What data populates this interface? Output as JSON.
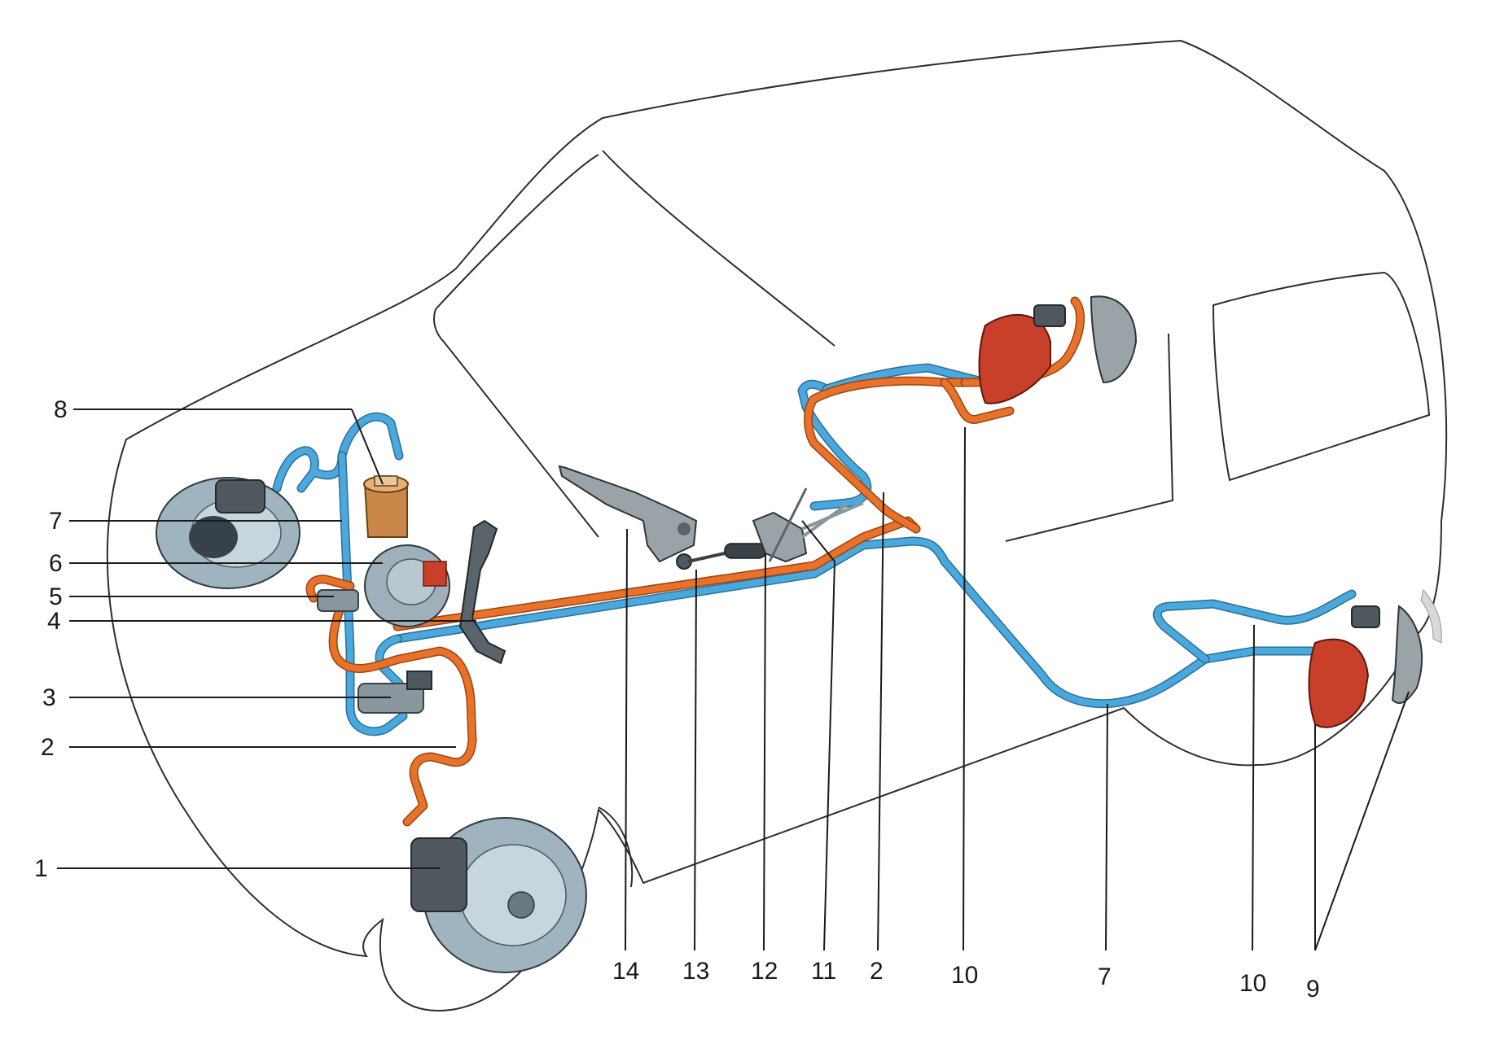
{
  "colors": {
    "body_fill": "#f8f4a4",
    "circuit_blue": "#4aa8dc",
    "circuit_orange": "#e8722a",
    "brake_shoe": "#c9402a"
  },
  "labels": {
    "left": [
      {
        "text": "8",
        "part": "brake-fluid-reservoir"
      },
      {
        "text": "7",
        "part": "brake-line-front"
      },
      {
        "text": "6",
        "part": "vacuum-booster"
      },
      {
        "text": "5",
        "part": "pressure-regulator"
      },
      {
        "text": "4",
        "part": "brake-pedal"
      },
      {
        "text": "3",
        "part": "master-cylinder"
      },
      {
        "text": "2",
        "part": "brake-line-front-right"
      },
      {
        "text": "1",
        "part": "front-disc-brake"
      }
    ],
    "bottom": [
      {
        "text": "14",
        "part": "parking-brake-lever"
      },
      {
        "text": "13",
        "part": "adjusting-nut"
      },
      {
        "text": "12",
        "part": "cable-guide"
      },
      {
        "text": "11",
        "part": "parking-brake-cable"
      },
      {
        "text": "2",
        "part": "brake-line-rear-right"
      },
      {
        "text": "10",
        "part": "brake-hose-rear-right"
      },
      {
        "text": "7",
        "part": "brake-line-rear-left"
      },
      {
        "text": "10",
        "part": "brake-hose-rear-left"
      },
      {
        "text": "9",
        "part": "rear-drum-brake"
      }
    ]
  }
}
